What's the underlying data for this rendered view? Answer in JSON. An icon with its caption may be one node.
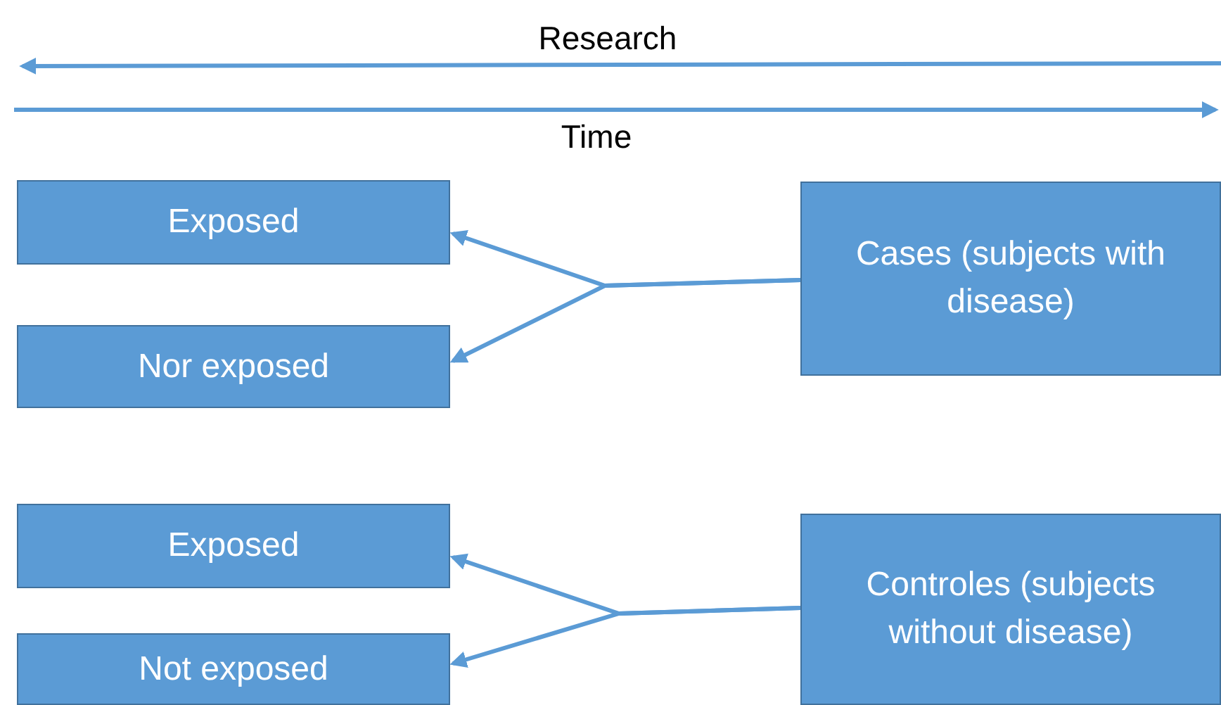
{
  "diagram": {
    "nodes": [
      {
        "text": [
          "Exposed"
        ]
      },
      {
        "text": [
          "Nor exposed"
        ]
      },
      {
        "text": [
          "Cases (subjects with disease)"
        ]
      },
      {
        "text": [
          "Exposed"
        ]
      },
      {
        "text": [
          "Not exposed"
        ]
      },
      {
        "text": [
          "Controles (subjects without disease)"
        ]
      }
    ],
    "edges": [
      {
        "from": 2,
        "to": 0,
        "arrow": "to"
      },
      {
        "from": 2,
        "to": 1,
        "arrow": "to"
      },
      {
        "from": 5,
        "to": 3,
        "arrow": "to"
      },
      {
        "from": 5,
        "to": 4,
        "arrow": "to"
      }
    ],
    "labels": [
      "Research",
      "Time"
    ]
  }
}
